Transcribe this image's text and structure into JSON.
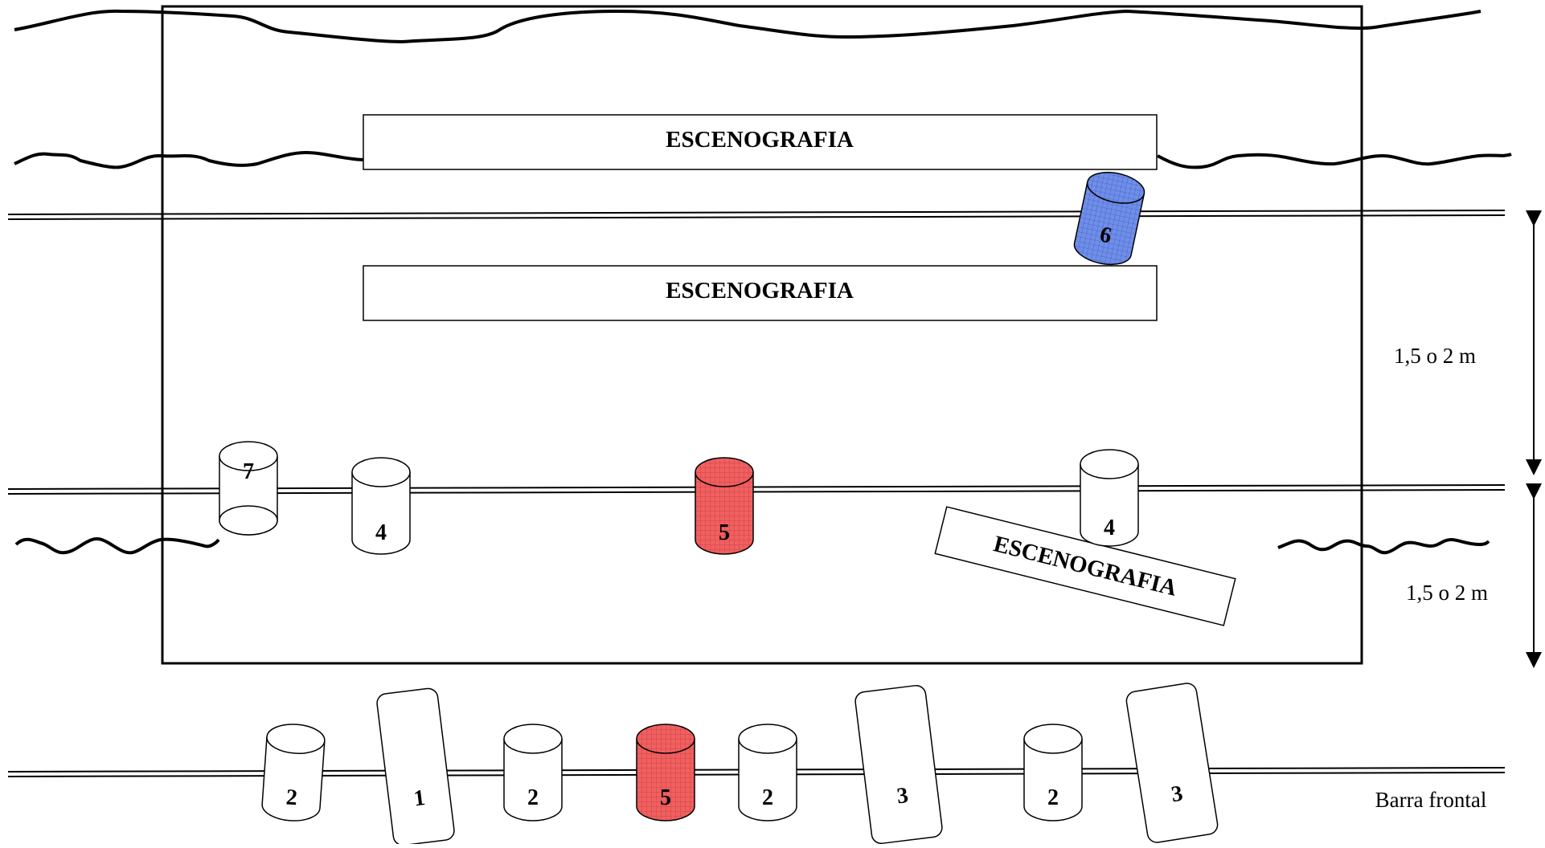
{
  "diagram": {
    "scenery_label": "ESCENOGRAFIA",
    "distance_labels": [
      "1,5 o 2 m",
      "1,5 o 2 m"
    ],
    "front_bar_label": "Barra frontal",
    "colors": {
      "red_fixture": "#f06060",
      "blue_fixture": "#6f8ee8",
      "outline": "#000000"
    },
    "stage_fixtures": [
      {
        "number": "7",
        "fill": "white"
      },
      {
        "number": "4",
        "fill": "white"
      },
      {
        "number": "5",
        "fill": "red"
      },
      {
        "number": "4",
        "fill": "white"
      },
      {
        "number": "6",
        "fill": "blue"
      }
    ],
    "front_fixtures": [
      {
        "number": "2",
        "shape": "cylinder",
        "fill": "white"
      },
      {
        "number": "1",
        "shape": "panel",
        "fill": "white"
      },
      {
        "number": "2",
        "shape": "cylinder",
        "fill": "white"
      },
      {
        "number": "5",
        "shape": "cylinder",
        "fill": "red"
      },
      {
        "number": "2",
        "shape": "cylinder",
        "fill": "white"
      },
      {
        "number": "3",
        "shape": "panel",
        "fill": "white"
      },
      {
        "number": "2",
        "shape": "cylinder",
        "fill": "white"
      },
      {
        "number": "3",
        "shape": "panel",
        "fill": "white"
      }
    ]
  }
}
